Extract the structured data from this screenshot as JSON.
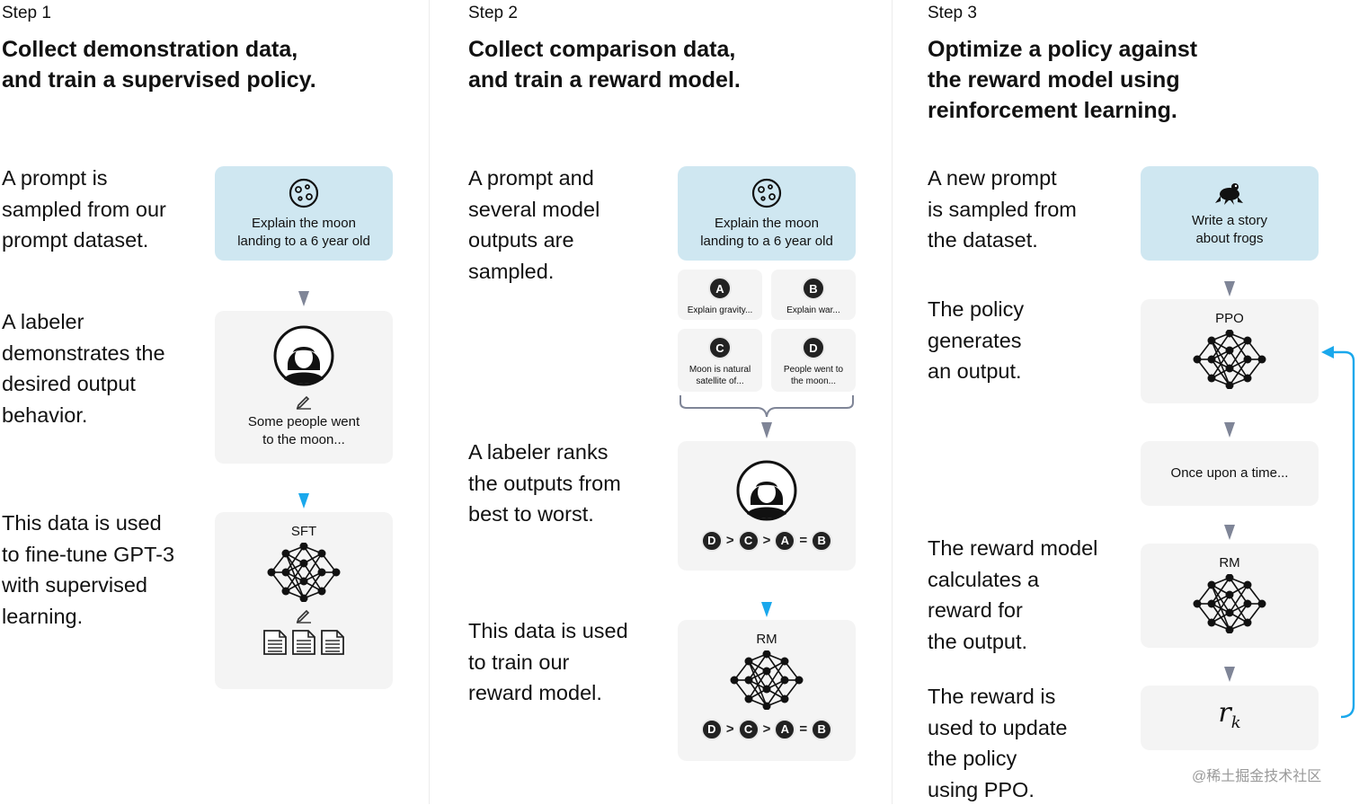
{
  "steps": [
    {
      "step_label": "Step 1",
      "title_lines": [
        "Collect demonstration data,",
        "and train a supervised policy."
      ],
      "desc1": [
        "A prompt is",
        "sampled from our",
        "prompt dataset."
      ],
      "prompt_card": [
        "Explain the moon",
        "landing to a 6 year old"
      ],
      "desc2": [
        "A labeler",
        "demonstrates the",
        "desired output",
        "behavior."
      ],
      "labeler_card": [
        "Some people went",
        "to the moon..."
      ],
      "desc3": [
        "This data is used",
        "to fine-tune GPT-3",
        "with supervised",
        "learning."
      ],
      "model_label": "SFT"
    },
    {
      "step_label": "Step 2",
      "title_lines": [
        "Collect comparison data,",
        "and train a reward model."
      ],
      "desc1": [
        "A prompt and",
        "several model",
        "outputs are",
        "sampled."
      ],
      "prompt_card": [
        "Explain the moon",
        "landing to a 6 year old"
      ],
      "outputs": [
        {
          "letter": "A",
          "text": [
            "Explain gravity..."
          ]
        },
        {
          "letter": "B",
          "text": [
            "Explain war..."
          ]
        },
        {
          "letter": "C",
          "text": [
            "Moon is natural",
            "satellite of..."
          ]
        },
        {
          "letter": "D",
          "text": [
            "People went to",
            "the moon..."
          ]
        }
      ],
      "desc2": [
        "A labeler ranks",
        "the outputs from",
        "best to worst."
      ],
      "ranking": [
        "D",
        ">",
        "C",
        ">",
        "A",
        "=",
        "B"
      ],
      "desc3": [
        "This data is used",
        "to train our",
        "reward model."
      ],
      "model_label": "RM"
    },
    {
      "step_label": "Step 3",
      "title_lines": [
        "Optimize a policy against",
        "the reward model using",
        "reinforcement learning."
      ],
      "desc1": [
        "A new prompt",
        "is sampled from",
        "the dataset."
      ],
      "prompt_card": [
        "Write a story",
        "about frogs"
      ],
      "desc2": [
        "The policy",
        "generates",
        "an output."
      ],
      "policy_label": "PPO",
      "output_text": "Once upon a time...",
      "desc3": [
        "The reward model",
        "calculates a",
        "reward for",
        "the output."
      ],
      "rm_label": "RM",
      "desc4": [
        "The reward is",
        "used to update",
        "the policy",
        "using PPO."
      ],
      "reward_symbol": "r",
      "reward_subscript": "k"
    }
  ],
  "watermark": "@稀土掘金技术社区",
  "colors": {
    "card_blue": "#cfe7f1",
    "card_gray": "#f4f4f4",
    "arrow_gray": "#7f8597",
    "arrow_blue": "#1aa8ec"
  },
  "icons": [
    "moon-icon",
    "labeler-avatar-icon",
    "pencil-icon",
    "neural-network-icon",
    "document-icon",
    "frog-icon",
    "feedback-arrow-icon"
  ]
}
